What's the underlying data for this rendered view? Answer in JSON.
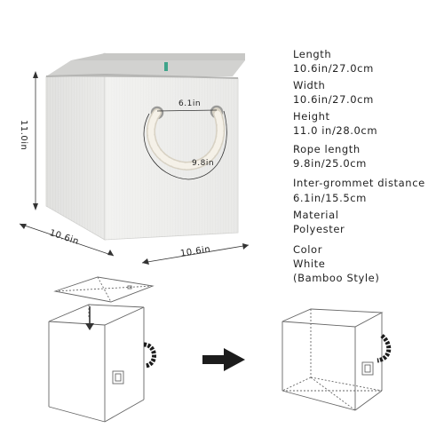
{
  "dimensions": {
    "height_label": "11.0in",
    "depth_label": "10.6in",
    "width_label": "10.6in",
    "grommet_label": "6.1in",
    "rope_label": "9.8in"
  },
  "specs": [
    {
      "label": "Length",
      "value": "10.6in/27.0cm"
    },
    {
      "label": "Width",
      "value": "10.6in/27.0cm"
    },
    {
      "label": "Height",
      "value": "11.0 in/28.0cm"
    },
    {
      "label": "Rope length",
      "value": "9.8in/25.0cm"
    },
    {
      "label": "Inter-grommet distance",
      "value": "6.1in/15.5cm"
    },
    {
      "label": "Material",
      "value": "Polyester"
    },
    {
      "label": "Color",
      "value": "White"
    },
    {
      "label": "",
      "value": "(Bamboo Style)"
    }
  ],
  "colors": {
    "box_fabric": "#ebebe9",
    "rope": "#f3efe6",
    "line_art": "#666666",
    "arrow": "#1c1c1c"
  }
}
